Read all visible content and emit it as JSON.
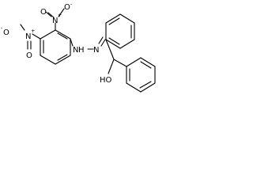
{
  "molecule": {
    "atom_labels": {
      "nitro_top_o_minus": "O",
      "nitro_top_minus": "-",
      "nitro_top_n_plus": "N",
      "nitro_top_plus": "+",
      "nitro_top_o": "O",
      "nitro_left_o_minus": "O",
      "nitro_left_minus": "-",
      "nitro_left_n_plus": "N",
      "nitro_left_plus": "+",
      "nitro_left_o": "O",
      "hydrazone_nh": "N",
      "hydrazone_h": "H",
      "hydrazone_n": "N",
      "hydroxyl": "HO"
    }
  }
}
